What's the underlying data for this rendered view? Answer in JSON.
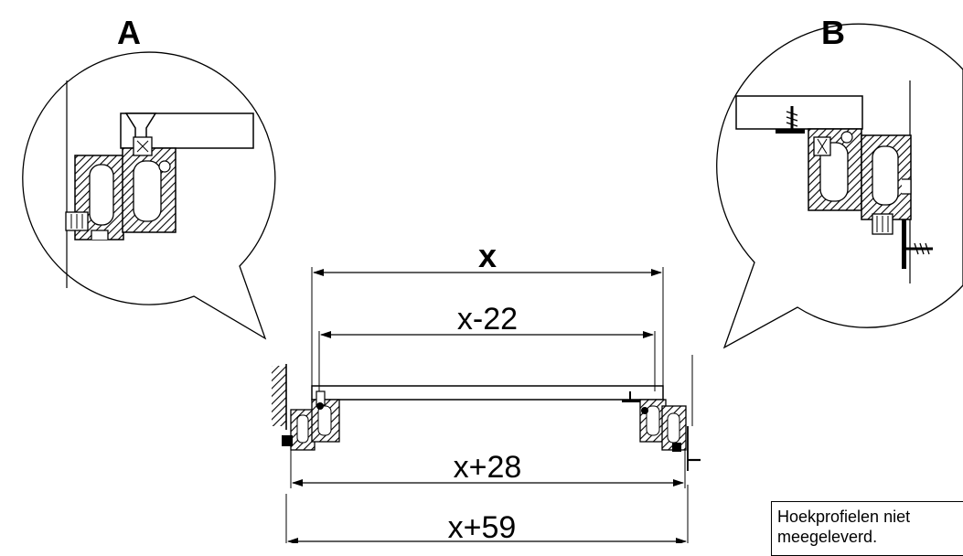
{
  "labels": {
    "detail_a": "A",
    "detail_b": "B",
    "dim_x": "x",
    "dim_x_minus_22": "x-22",
    "dim_x_plus_28": "x+28",
    "dim_x_plus_59": "x+59"
  },
  "note": {
    "line1": "Hoekprofielen niet",
    "line2": "meegeleverd."
  }
}
